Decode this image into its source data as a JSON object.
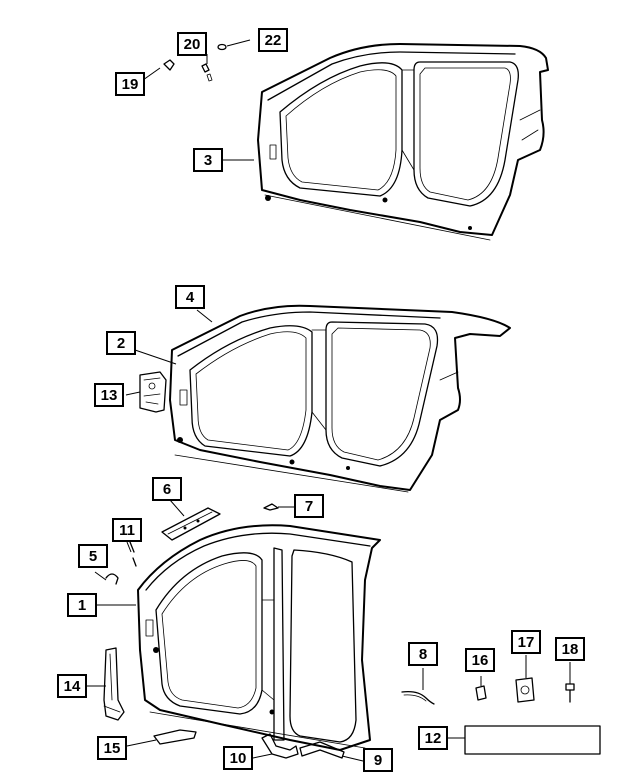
{
  "callouts": [
    {
      "id": "c1",
      "label": "1"
    },
    {
      "id": "c2",
      "label": "2"
    },
    {
      "id": "c3",
      "label": "3"
    },
    {
      "id": "c4",
      "label": "4"
    },
    {
      "id": "c5",
      "label": "5"
    },
    {
      "id": "c6",
      "label": "6"
    },
    {
      "id": "c7",
      "label": "7"
    },
    {
      "id": "c8",
      "label": "8"
    },
    {
      "id": "c9",
      "label": "9"
    },
    {
      "id": "c10",
      "label": "10"
    },
    {
      "id": "c11",
      "label": "11"
    },
    {
      "id": "c12",
      "label": "12"
    },
    {
      "id": "c13",
      "label": "13"
    },
    {
      "id": "c14",
      "label": "14"
    },
    {
      "id": "c15",
      "label": "15"
    },
    {
      "id": "c16",
      "label": "16"
    },
    {
      "id": "c17",
      "label": "17"
    },
    {
      "id": "c18",
      "label": "18"
    },
    {
      "id": "c19",
      "label": "19"
    },
    {
      "id": "c20",
      "label": "20"
    },
    {
      "id": "c22",
      "label": "22"
    }
  ]
}
